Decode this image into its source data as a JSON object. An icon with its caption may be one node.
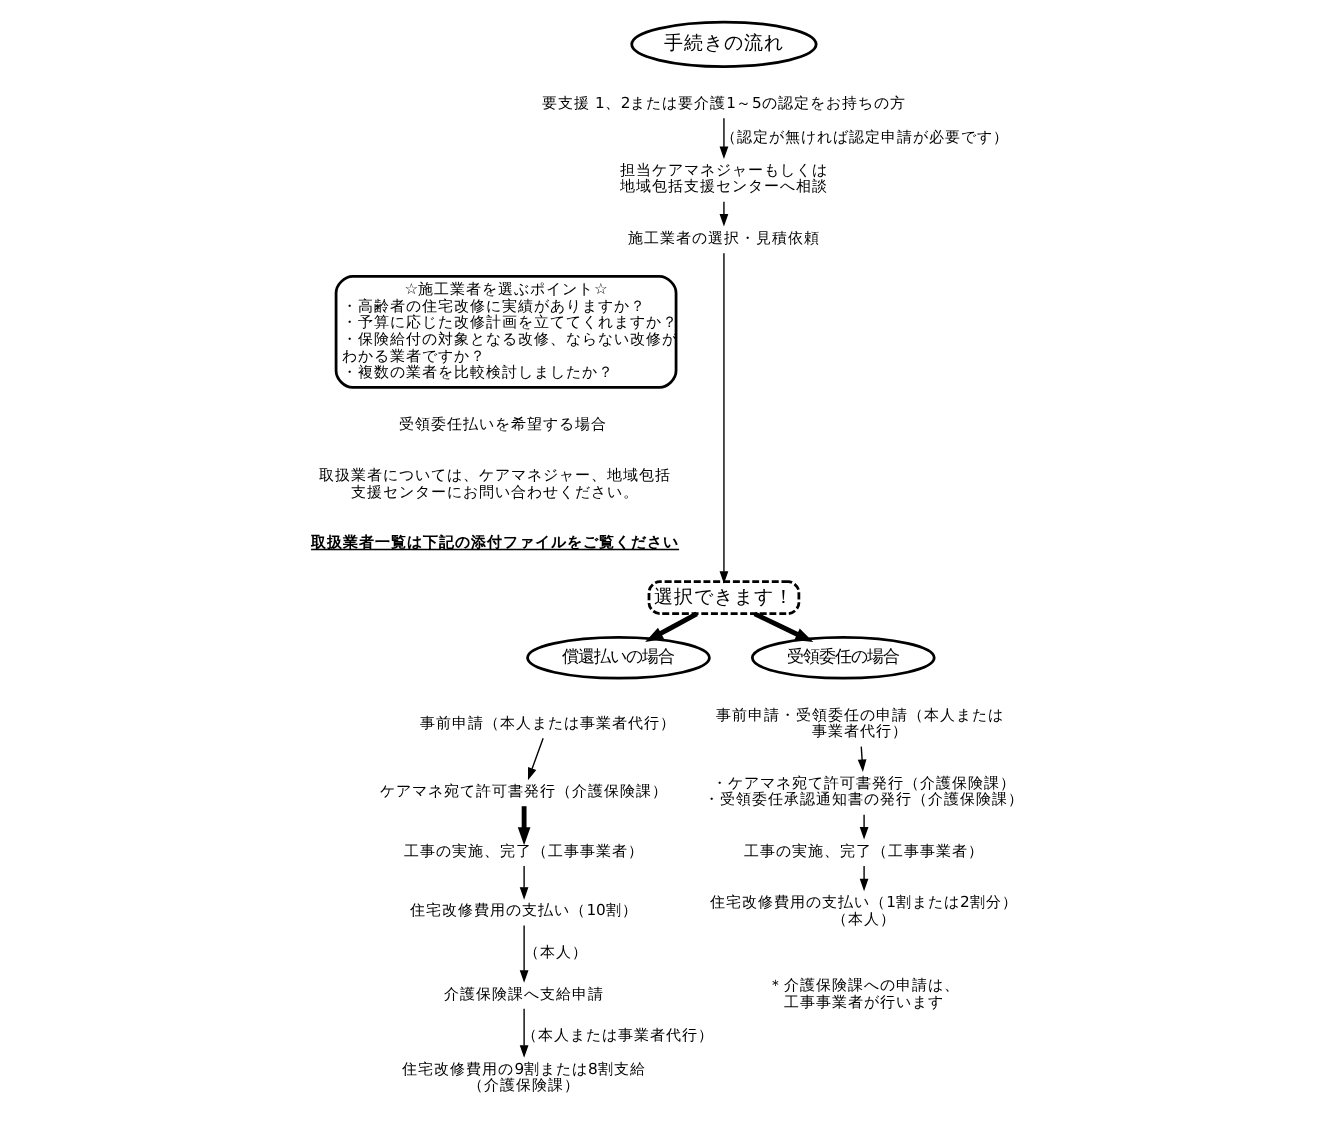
{
  "diagram": {
    "nodes": [
      {
        "text": [
          "手続きの流れ"
        ]
      },
      {
        "text": [
          "要支援 1、2または要介護1～5の認定をお持ちの方"
        ]
      },
      {
        "text": [
          "担当ケアマネジャーもしくは地域包括支援センターへ相談"
        ]
      },
      {
        "text": [
          "施工業者の選択・見積依頼"
        ]
      },
      {
        "text": [
          "☆施工業者を選ぶポイント☆",
          "・高齢者の住宅改修に実績がありますか？",
          "・予算に応じた改修計画を立ててくれますか？",
          "・保険給付の対象となる改修、ならない改修がわかる業者ですか？",
          "・複数の業者を比較検討しましたか？"
        ]
      },
      {
        "text": [
          "選択できます！"
        ]
      },
      {
        "text": [
          "償還払いの場合"
        ]
      },
      {
        "text": [
          "受領委任の場合"
        ]
      },
      {
        "text": [
          "事前申請（本人または事業者代行）"
        ]
      },
      {
        "text": [
          "ケアマネ宛て許可書発行（介護保険課）"
        ]
      },
      {
        "text": [
          "工事の実施、完了（工事事業者）"
        ]
      },
      {
        "text": [
          "住宅改修費用の支払い（10割）"
        ]
      },
      {
        "text": [
          "介護保険課へ支給申請"
        ]
      },
      {
        "text": [
          "住宅改修費用の9割または8割支給（介護保険課）"
        ]
      },
      {
        "text": [
          "事前申請・受領委任の申請（本人または事業者代行）"
        ]
      },
      {
        "text": [
          "・ケアマネ宛て許可書発行（介護保険課）",
          "・受領委任承認通知書の発行（介護保険課）"
        ]
      },
      {
        "text": [
          "工事の実施、完了（工事事業者）"
        ]
      },
      {
        "text": [
          "住宅改修費用の支払い（1割または2割分）（本人）"
        ]
      }
    ],
    "edges": [
      {
        "from": 1,
        "to": 2,
        "arrow": "to",
        "label": "（認定が無ければ認定申請が必要です）"
      },
      {
        "from": 2,
        "to": 3,
        "arrow": "to"
      },
      {
        "from": 3,
        "to": 5,
        "arrow": "to"
      },
      {
        "from": 5,
        "to": 6,
        "arrow": "to",
        "style": "thick"
      },
      {
        "from": 5,
        "to": 7,
        "arrow": "to",
        "style": "thick"
      },
      {
        "from": 8,
        "to": 9,
        "arrow": "to"
      },
      {
        "from": 9,
        "to": 10,
        "arrow": "to",
        "style": "thick"
      },
      {
        "from": 10,
        "to": 11,
        "arrow": "to"
      },
      {
        "from": 11,
        "to": 12,
        "arrow": "to",
        "label": "（本人）"
      },
      {
        "from": 12,
        "to": 13,
        "arrow": "to",
        "label": "（本人または事業者代行）"
      },
      {
        "from": 14,
        "to": 15,
        "arrow": "to"
      },
      {
        "from": 15,
        "to": 16,
        "arrow": "to"
      },
      {
        "from": 16,
        "to": 17,
        "arrow": "to"
      }
    ],
    "labels": [
      "受領委任払いを希望する場合",
      "取扱業者については、ケアマネジャー、地域包括支援センターにお問い合わせください。",
      "取扱業者一覧は下記の添付ファイルをご覧ください",
      "＊介護保険課への申請は、工事事業者が行います"
    ]
  }
}
